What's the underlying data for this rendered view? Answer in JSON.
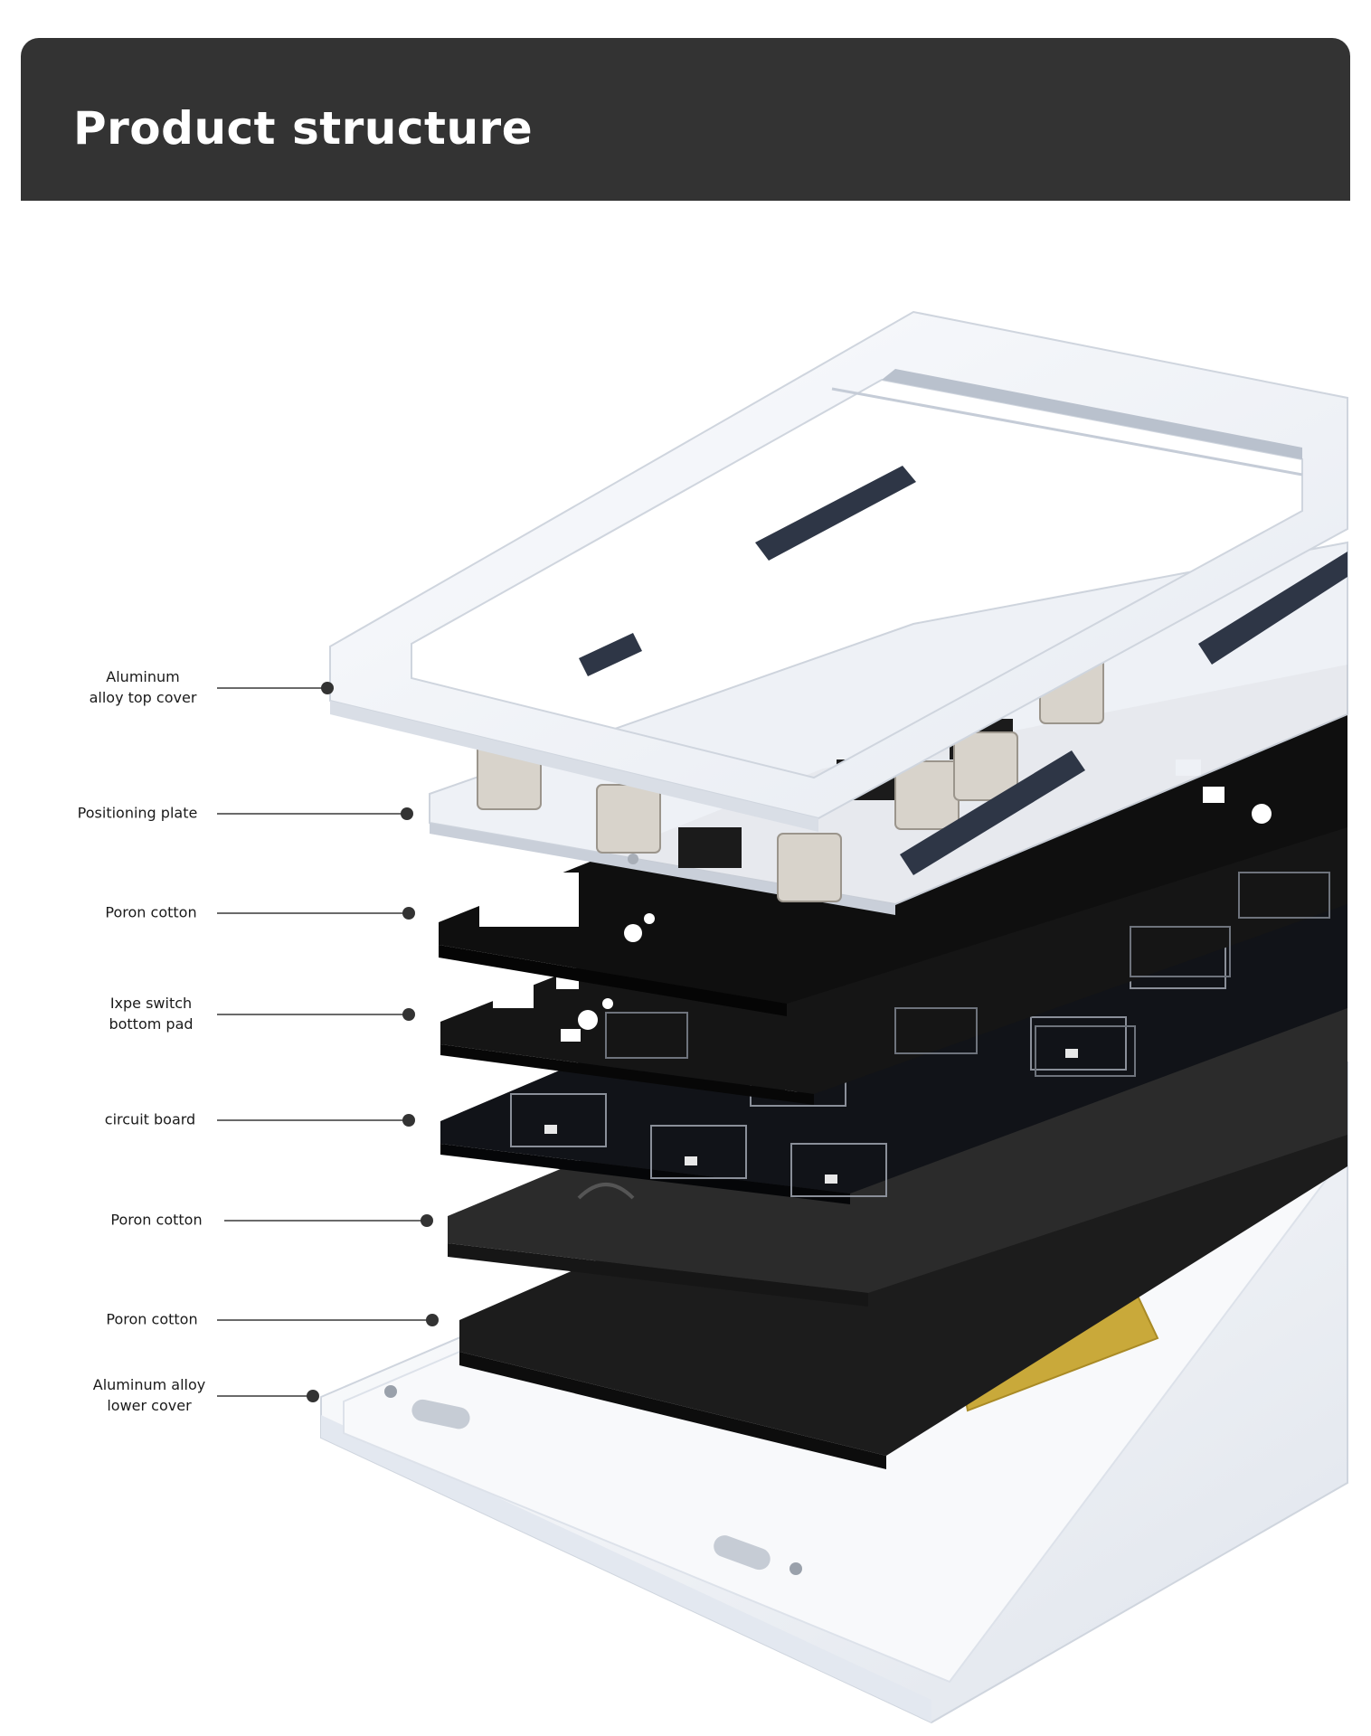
{
  "header": {
    "title": "Product structure"
  },
  "colors": {
    "header_bg": "#333333",
    "white_part": "#f4f6f9",
    "black_part": "#141414",
    "pcb": "#111318",
    "foam": "#2b2b2b",
    "switch": "#d8d3cb",
    "battery": "#c9a93a"
  },
  "callouts": [
    {
      "id": "top-cover",
      "label": "Aluminum\nalloy top cover"
    },
    {
      "id": "plate",
      "label": "Positioning plate"
    },
    {
      "id": "poron-1",
      "label": "Poron cotton"
    },
    {
      "id": "ixpe",
      "label": "Ixpe switch\nbottom pad"
    },
    {
      "id": "pcb",
      "label": "circuit board"
    },
    {
      "id": "poron-2",
      "label": "Poron cotton"
    },
    {
      "id": "poron-3",
      "label": "Poron cotton"
    },
    {
      "id": "bottom-cover",
      "label": "Aluminum alloy\nlower cover"
    }
  ]
}
